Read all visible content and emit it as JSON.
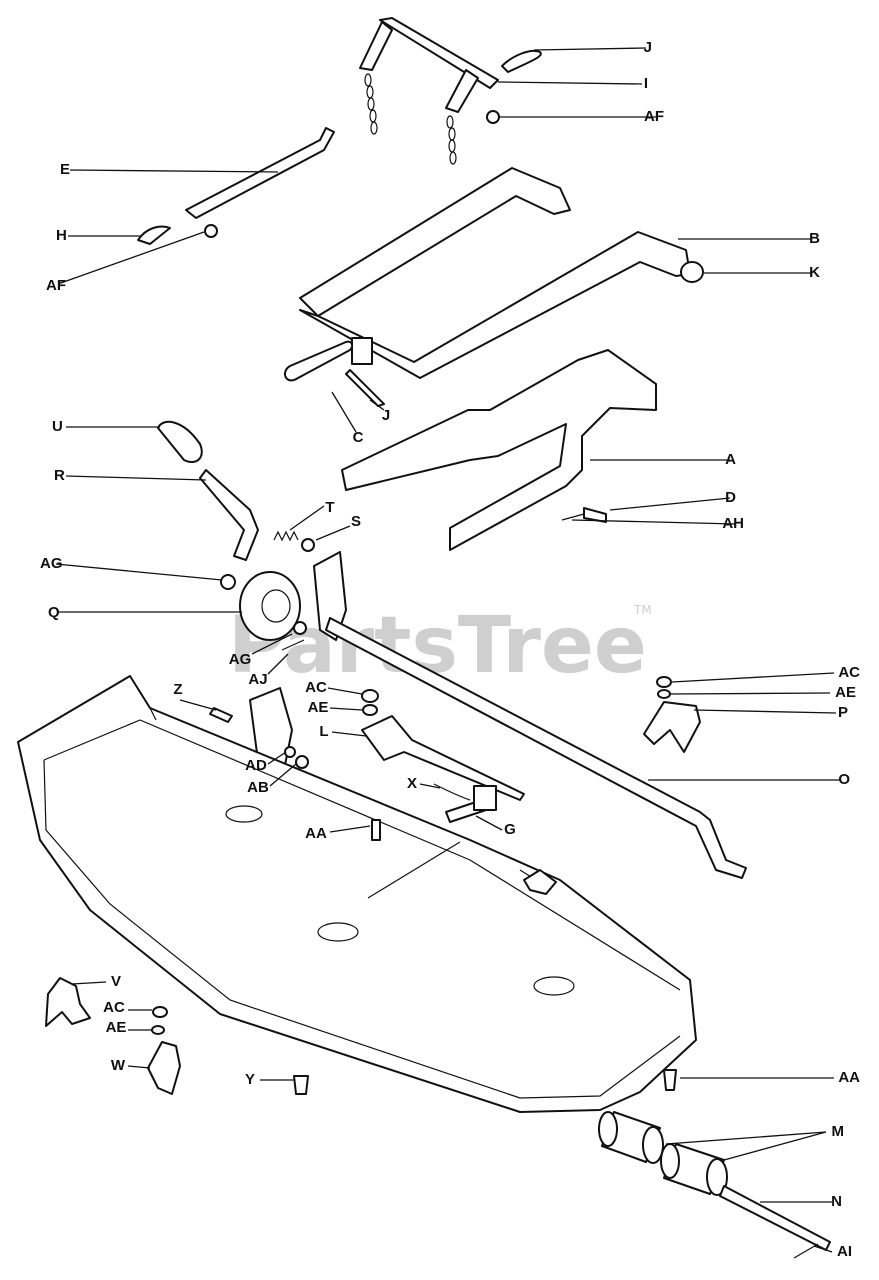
{
  "watermark": {
    "brand": "PartsTree",
    "trademark": "TM"
  },
  "callouts": [
    {
      "id": "J",
      "label": "J"
    },
    {
      "id": "I",
      "label": "I"
    },
    {
      "id": "AF1",
      "label": "AF"
    },
    {
      "id": "E",
      "label": "E"
    },
    {
      "id": "H",
      "label": "H"
    },
    {
      "id": "AF2",
      "label": "AF"
    },
    {
      "id": "B",
      "label": "B"
    },
    {
      "id": "K",
      "label": "K"
    },
    {
      "id": "J2",
      "label": "J"
    },
    {
      "id": "C",
      "label": "C"
    },
    {
      "id": "U",
      "label": "U"
    },
    {
      "id": "A",
      "label": "A"
    },
    {
      "id": "R",
      "label": "R"
    },
    {
      "id": "D",
      "label": "D"
    },
    {
      "id": "T",
      "label": "T"
    },
    {
      "id": "S",
      "label": "S"
    },
    {
      "id": "AH",
      "label": "AH"
    },
    {
      "id": "AG1",
      "label": "AG"
    },
    {
      "id": "Q",
      "label": "Q"
    },
    {
      "id": "AG2",
      "label": "AG"
    },
    {
      "id": "AJ",
      "label": "AJ"
    },
    {
      "id": "AC1",
      "label": "AC"
    },
    {
      "id": "AE1",
      "label": "AE"
    },
    {
      "id": "P",
      "label": "P"
    },
    {
      "id": "Z",
      "label": "Z"
    },
    {
      "id": "AC2",
      "label": "AC"
    },
    {
      "id": "AE2",
      "label": "AE"
    },
    {
      "id": "L",
      "label": "L"
    },
    {
      "id": "AD",
      "label": "AD"
    },
    {
      "id": "AB",
      "label": "AB"
    },
    {
      "id": "O",
      "label": "O"
    },
    {
      "id": "X",
      "label": "X"
    },
    {
      "id": "AA1",
      "label": "AA"
    },
    {
      "id": "G",
      "label": "G"
    },
    {
      "id": "V",
      "label": "V"
    },
    {
      "id": "AC3",
      "label": "AC"
    },
    {
      "id": "AE3",
      "label": "AE"
    },
    {
      "id": "W",
      "label": "W"
    },
    {
      "id": "Y",
      "label": "Y"
    },
    {
      "id": "AA2",
      "label": "AA"
    },
    {
      "id": "M",
      "label": "M"
    },
    {
      "id": "N",
      "label": "N"
    },
    {
      "id": "AI",
      "label": "AI"
    }
  ]
}
